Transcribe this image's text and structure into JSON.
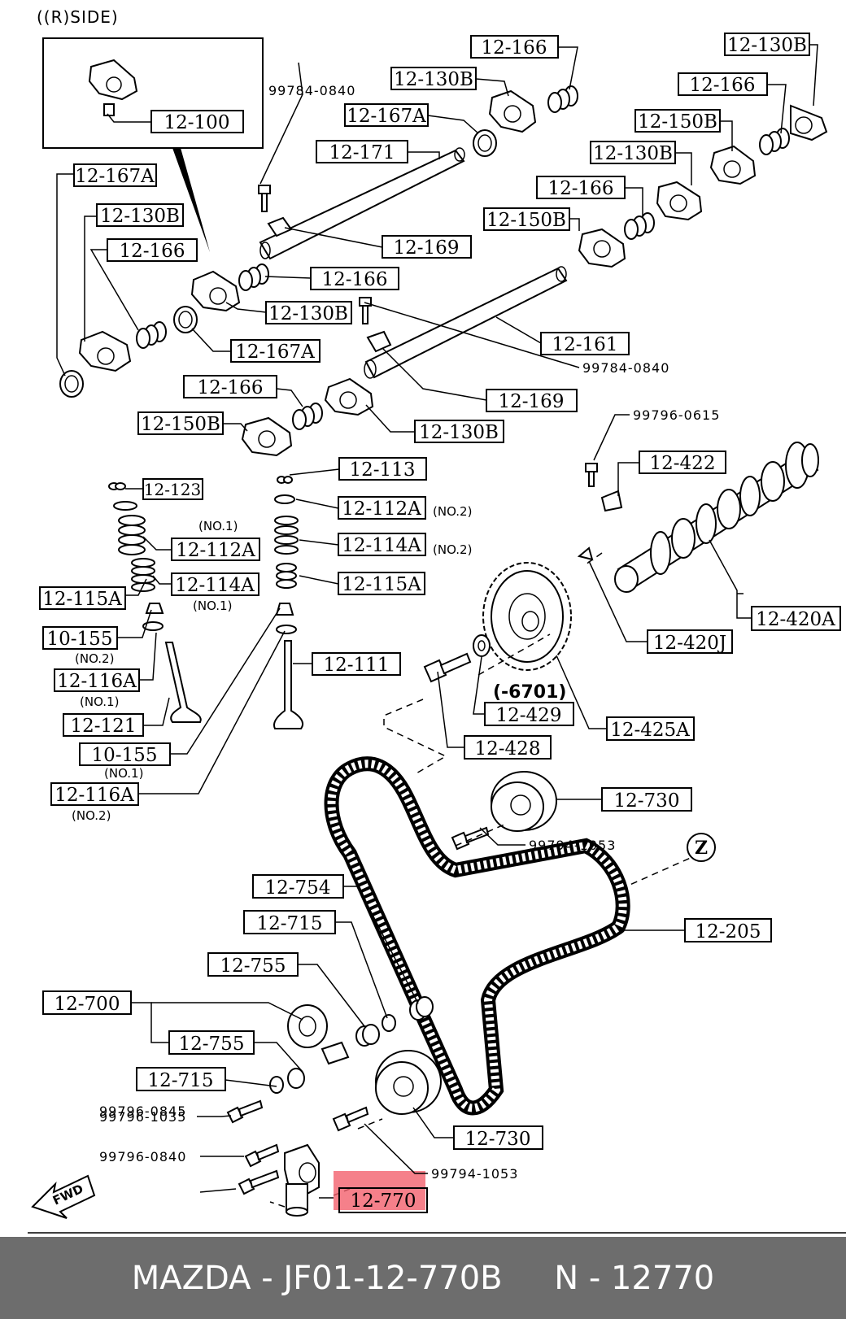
{
  "header": {
    "side_label": "((R)SIDE)"
  },
  "labels": {
    "l_12_100": "12-100",
    "l_12_167A_tl": "12-167A",
    "l_12_130B_l": "12-130B",
    "l_12_166_l": "12-166",
    "l_12_166_tc": "12-166",
    "l_12_130B_tc": "12-130B",
    "l_12_167A_tc": "12-167A",
    "l_12_171": "12-171",
    "l_12_166_tr": "12-166",
    "l_12_130B_tr": "12-130B",
    "l_12_150B_tr": "12-150B",
    "l_12_130B_mr": "12-130B",
    "l_12_166_mr": "12-166",
    "l_12_150B_mr": "12-150B",
    "l_12_169_t": "12-169",
    "l_12_166_c": "12-166",
    "l_12_130B_c": "12-130B",
    "l_12_167A_c": "12-167A",
    "l_12_161": "12-161",
    "l_12_169_m": "12-169",
    "l_12_166_bl": "12-166",
    "l_12_150B_bl": "12-150B",
    "l_12_130B_bc": "12-130B",
    "l_12_422": "12-422",
    "l_12_113": "12-113",
    "l_12_112A_r": "12-112A",
    "l_12_114A_r": "12-114A",
    "l_12_115A_r": "12-115A",
    "l_12_123": "12-123",
    "l_12_112A_l": "12-112A",
    "l_12_114A_l": "12-114A",
    "l_12_115A_l": "12-115A",
    "l_10_155_a": "10-155",
    "l_12_116A_a": "12-116A",
    "l_12_121": "12-121",
    "l_10_155_b": "10-155",
    "l_12_116A_b": "12-116A",
    "l_12_111": "12-111",
    "l_12_420A": "12-420A",
    "l_12_420J": "12-420J",
    "l_12_429": "12-429",
    "l_12_425A": "12-425A",
    "l_12_428": "12-428",
    "l_12_730_t": "12-730",
    "l_12_754": "12-754",
    "l_12_715_t": "12-715",
    "l_12_755_t": "12-755",
    "l_12_700": "12-700",
    "l_12_755_b": "12-755",
    "l_12_715_b": "12-715",
    "l_12_205": "12-205",
    "l_12_730_b": "12-730",
    "l_12_770": "12-770"
  },
  "plain": {
    "p_99784_0840_t": "99784-0840",
    "p_99784_0840_m": "99784-0840",
    "p_99796_0615": "99796-0615",
    "p_99794_1053_t": "99794-1053",
    "p_99796_0845": "99796-0845",
    "p_99796_1035": "99796-1035",
    "p_99794_1053_b": "99794-1053",
    "p_99796_0840": "99796-0840",
    "p_6701": "(-6701)"
  },
  "notes": {
    "n_no2_a": "(NO.2)",
    "n_no2_b": "(NO.2)",
    "n_no1_a": "(NO.1)",
    "n_no1_b": "(NO.1)",
    "n_no2_c": "(NO.2)",
    "n_no1_c": "(NO.1)",
    "n_no1_d": "(NO.1)",
    "n_no2_d": "(NO.2)"
  },
  "markers": {
    "z": "Z",
    "fwd": "FWD"
  },
  "highlight": {
    "part": "12-770",
    "color": "#f2606d"
  },
  "footer": {
    "brand": "MAZDA",
    "part_number": "JF01-12-770B",
    "ref": "N - 12770",
    "text": "MAZDA - JF01-12-770B     N - 12770"
  }
}
